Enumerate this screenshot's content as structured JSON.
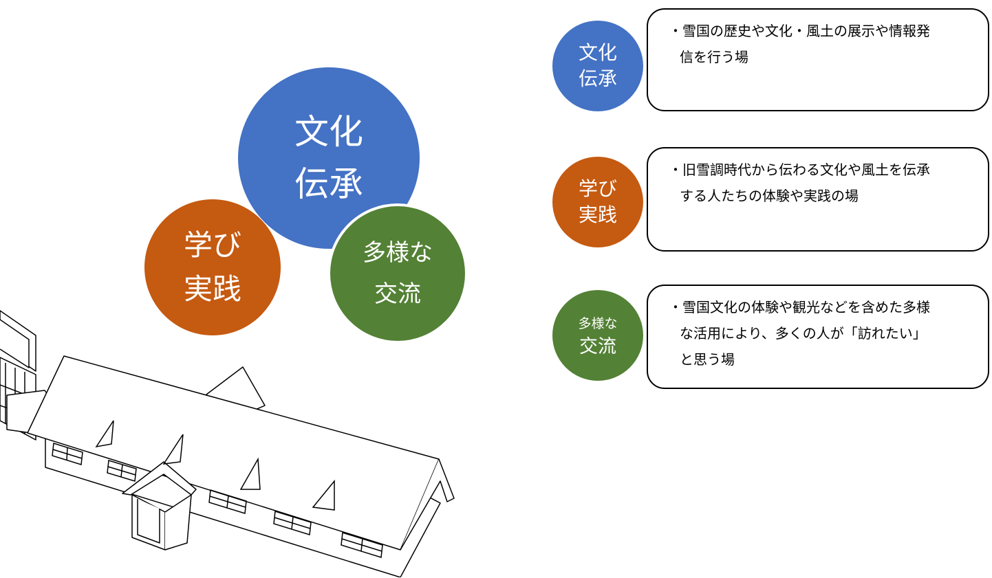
{
  "colors": {
    "blue": "#4472C4",
    "orange": "#C55A11",
    "green": "#538135"
  },
  "diagram": {
    "blue": {
      "line1": "文化",
      "line2": "伝承"
    },
    "orange": {
      "line1": "学び",
      "line2": "実践"
    },
    "green": {
      "line1": "多様な",
      "line2": "交流"
    }
  },
  "list": [
    {
      "circle_line1": "文化",
      "circle_line2": "伝承",
      "lines": [
        "・雪国の歴史や文化・風土の展示や情報発",
        "信を行う場"
      ]
    },
    {
      "circle_line1": "学び",
      "circle_line2": "実践",
      "lines": [
        "・旧雪調時代から伝わる文化や風土を伝承",
        "する人たちの体験や実践の場"
      ]
    },
    {
      "circle_line1": "多様な",
      "circle_line2": "交流",
      "lines": [
        "・雪国文化の体験や観光などを含めた多様",
        "な活用により、多くの人が「訪れたい」",
        "と思う場"
      ]
    }
  ]
}
